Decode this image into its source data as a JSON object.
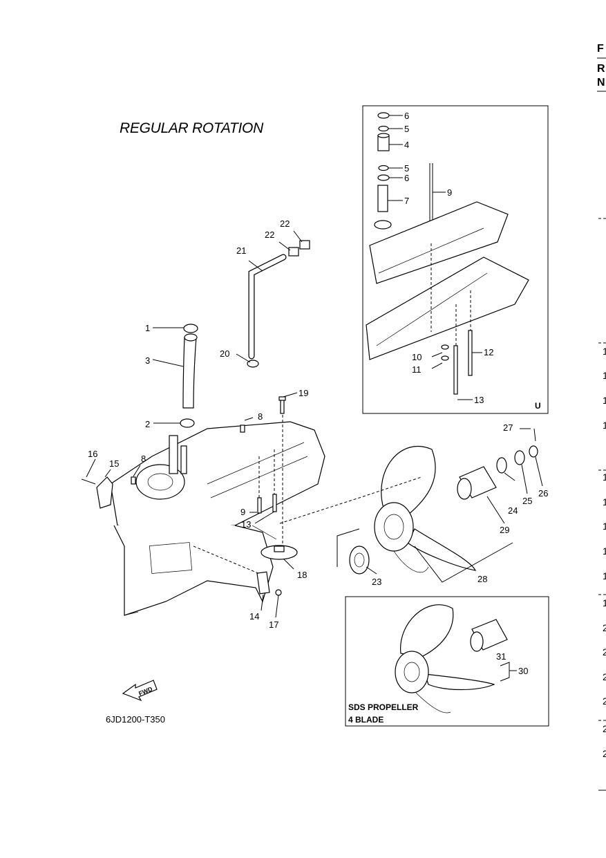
{
  "title": "REGULAR ROTATION",
  "drawing_code": "6JD1200-T350",
  "fwd_label": "FWD",
  "inset_top": {
    "mark": "U"
  },
  "inset_bottom": {
    "line1": "SDS PROPELLER",
    "line2": "4 BLADE"
  },
  "callouts": {
    "c1": "1",
    "c2": "2",
    "c3": "3",
    "c8a": "8",
    "c8b": "8",
    "c9": "9",
    "c13": "13",
    "c14": "14",
    "c15": "15",
    "c16": "16",
    "c17": "17",
    "c18": "18",
    "c19": "19",
    "c20": "20",
    "c21": "21",
    "c22a": "22",
    "c22b": "22",
    "c23": "23",
    "c24": "24",
    "c25": "25",
    "c26": "26",
    "c27": "27",
    "c28": "28",
    "c29": "29",
    "i6a": "6",
    "i5a": "5",
    "i4": "4",
    "i5b": "5",
    "i6b": "6",
    "i7": "7",
    "i9": "9",
    "i10": "10",
    "i11": "11",
    "i12": "12",
    "i13": "13",
    "i30": "30",
    "i31": "31"
  },
  "right_edge": {
    "header": [
      "F",
      "R",
      "N"
    ],
    "numbers": [
      "1",
      "1",
      "1",
      "1",
      "1",
      "1",
      "1",
      "1",
      "1",
      "1",
      "2",
      "2",
      "2",
      "2",
      "2",
      "2"
    ]
  }
}
